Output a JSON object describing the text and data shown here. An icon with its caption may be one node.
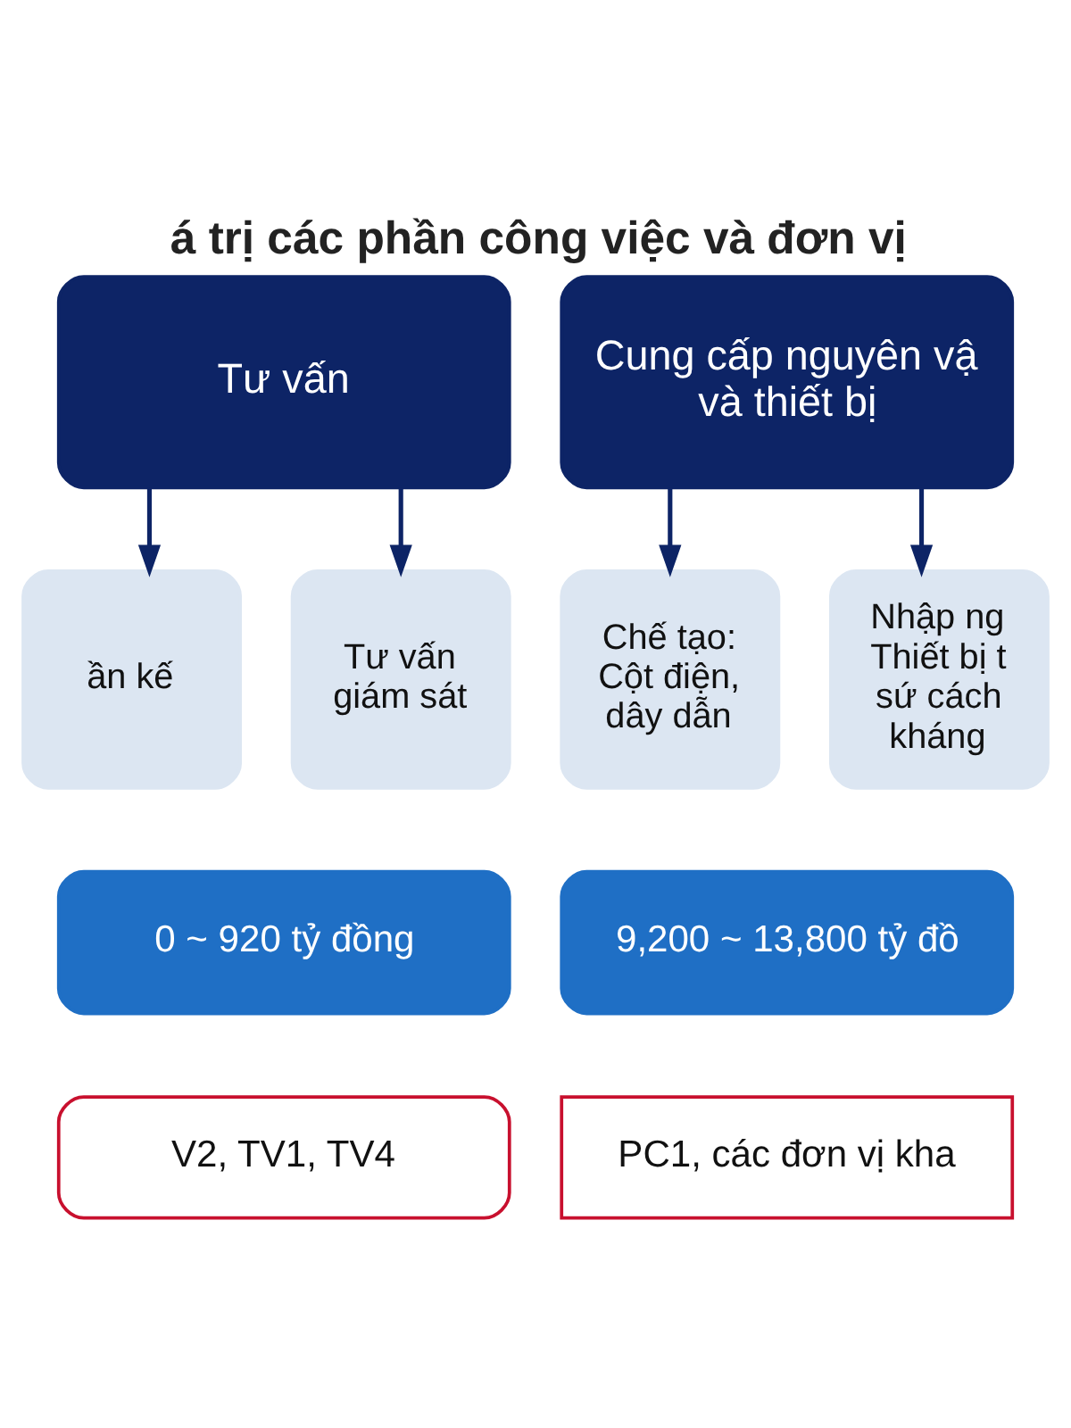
{
  "diagram": {
    "title": "á trị các phần công việc và đơn vị",
    "nodes": [
      {
        "text": [
          "Tư vấn"
        ]
      },
      {
        "text": [
          "Cung cấp nguyên vậ và thiết bị"
        ]
      },
      {
        "text": [
          "ần kế"
        ]
      },
      {
        "text": [
          "Tư vấn giám sát"
        ]
      },
      {
        "text": [
          "Chế tạo: Cột điện, dây dẫn"
        ]
      },
      {
        "text": [
          "Nhập ng Thiết bị t sứ cách kháng"
        ]
      },
      {
        "text": [
          "0 ~ 920 tỷ đồng"
        ]
      },
      {
        "text": [
          "9,200 ~ 13,800 tỷ đồ"
        ]
      },
      {
        "text": [
          "V2, TV1, TV4"
        ]
      },
      {
        "text": [
          "PC1, các đơn vị kha"
        ]
      }
    ],
    "edges": [
      {
        "from": 0,
        "to": 2,
        "arrow": "to"
      },
      {
        "from": 0,
        "to": 3,
        "arrow": "to"
      },
      {
        "from": 1,
        "to": 4,
        "arrow": "to"
      },
      {
        "from": 1,
        "to": 5,
        "arrow": "to"
      }
    ]
  }
}
